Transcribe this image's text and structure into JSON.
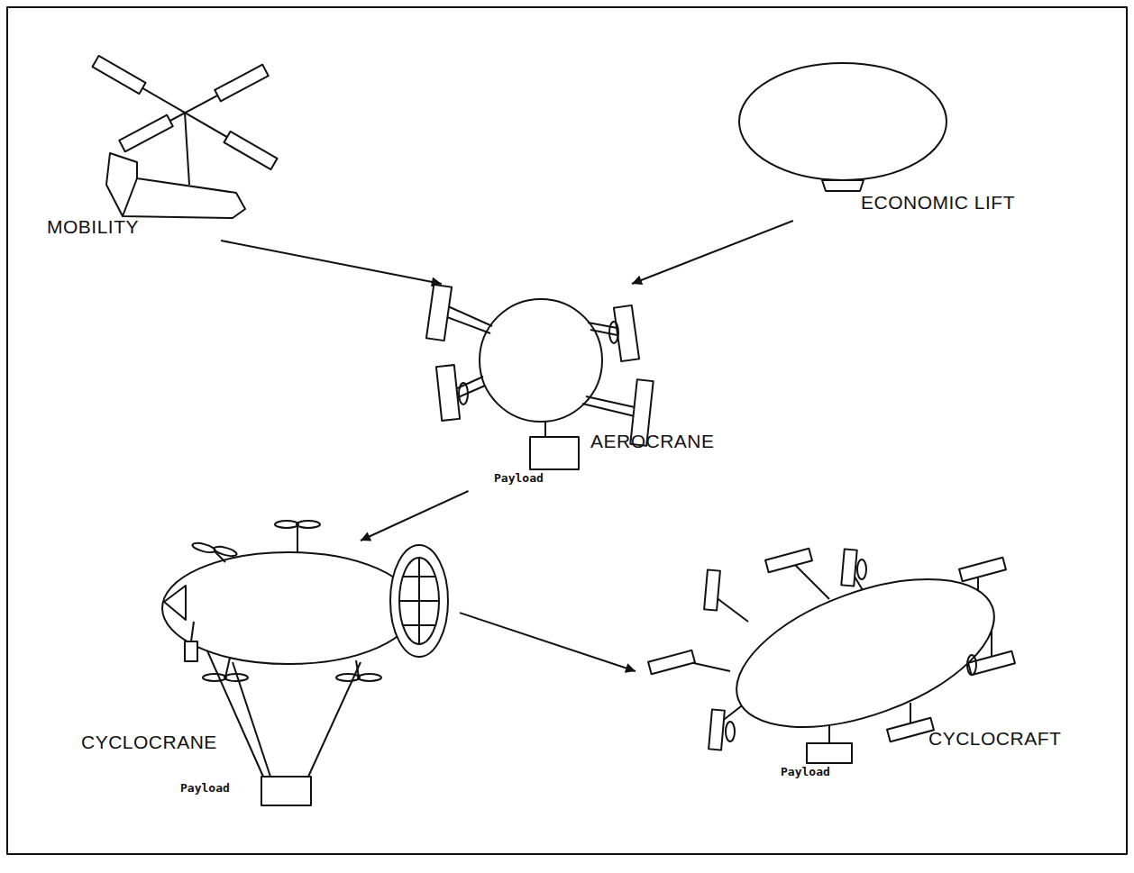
{
  "diagram": {
    "nodes": [
      {
        "text": [
          "MOBILITY"
        ]
      },
      {
        "text": [
          "ECONOMIC LIFT"
        ]
      },
      {
        "text": [
          "AEROCRANE"
        ]
      },
      {
        "text": [
          "CYCLOCRANE"
        ]
      },
      {
        "text": [
          "CYCLOCRAFT"
        ]
      }
    ],
    "edges": [
      {
        "from": 0,
        "to": 2,
        "arrow": "to"
      },
      {
        "from": 1,
        "to": 2,
        "arrow": "to"
      },
      {
        "from": 2,
        "to": 3,
        "arrow": "to"
      },
      {
        "from": 3,
        "to": 4,
        "arrow": "to"
      }
    ],
    "labels": [
      "Payload",
      "Payload",
      "Payload"
    ]
  }
}
